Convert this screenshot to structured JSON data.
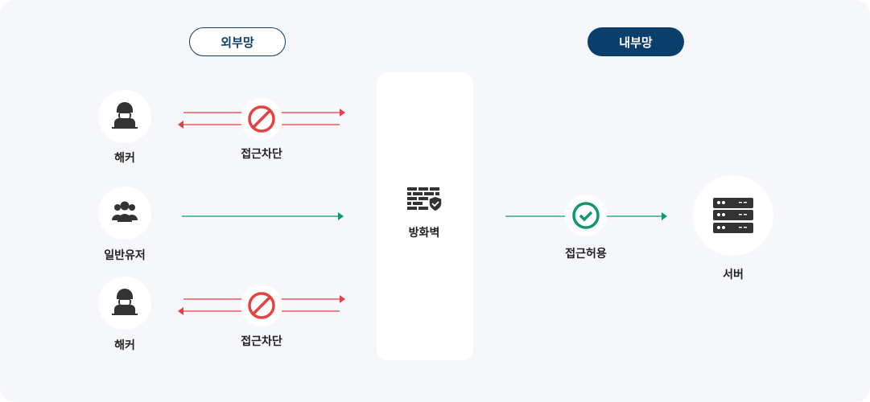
{
  "zones": {
    "external": "외부망",
    "internal": "내부망"
  },
  "sources": [
    {
      "label": "해커",
      "icon": "hacker-icon",
      "status": "접근차단"
    },
    {
      "label": "일반유저",
      "icon": "users-icon"
    },
    {
      "label": "해커",
      "icon": "hacker-icon",
      "status": "접근차단"
    }
  ],
  "firewall": {
    "label": "방화벽",
    "icon": "firewall-icon"
  },
  "allowed": {
    "label": "접근허용",
    "icon": "check-icon"
  },
  "server": {
    "label": "서버",
    "icon": "server-icon"
  },
  "colors": {
    "blocked": "#e8403f",
    "allowed": "#10976a",
    "navy": "#0b3f6b",
    "icon": "#333333"
  }
}
